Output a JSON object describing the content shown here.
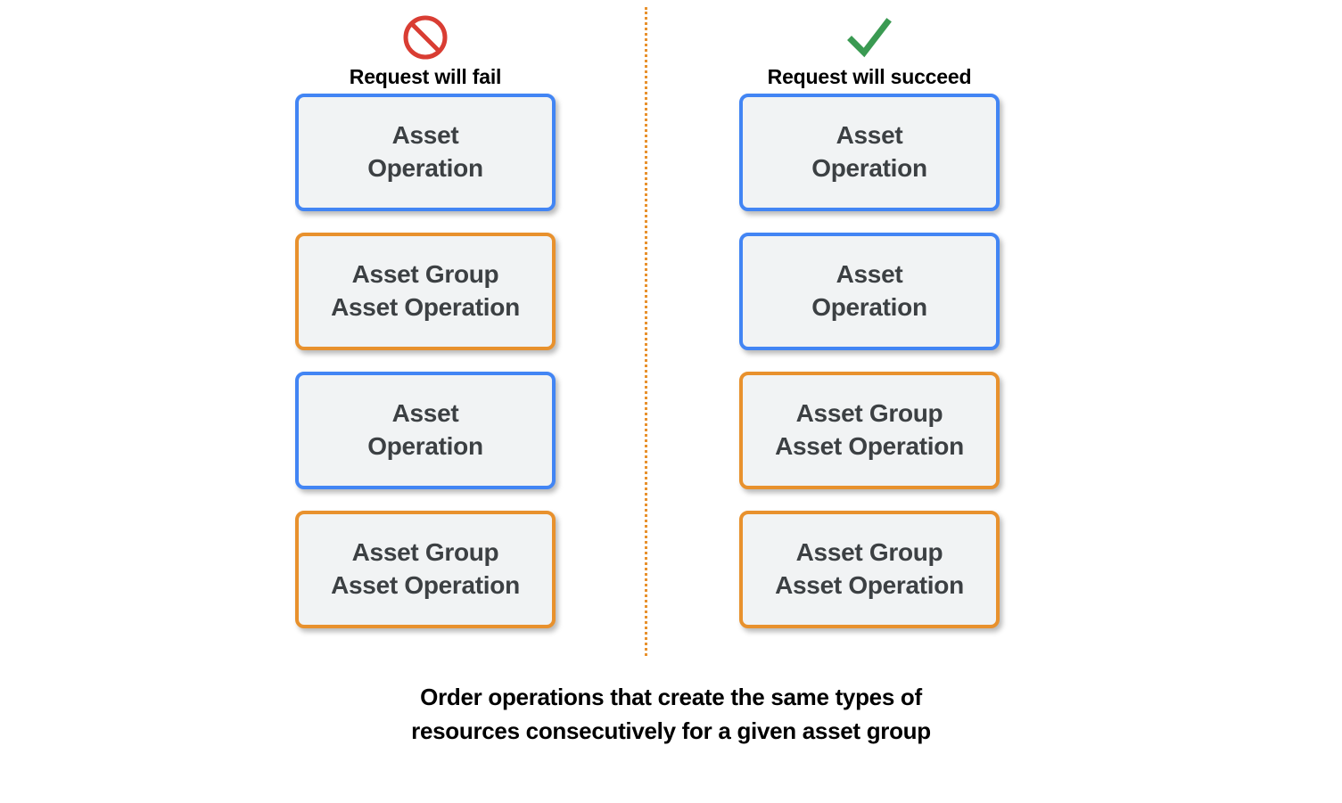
{
  "columns": [
    {
      "id": "fail",
      "icon": "prohibited-icon",
      "icon_color": "#D93D33",
      "header_label": "Request will fail",
      "boxes": [
        {
          "type": "asset",
          "label": "Asset\nOperation",
          "border_color": "#4285F4"
        },
        {
          "type": "asset-group",
          "label": "Asset Group\nAsset Operation",
          "border_color": "#E8912D"
        },
        {
          "type": "asset",
          "label": "Asset\nOperation",
          "border_color": "#4285F4"
        },
        {
          "type": "asset-group",
          "label": "Asset Group\nAsset Operation",
          "border_color": "#E8912D"
        }
      ]
    },
    {
      "id": "succeed",
      "icon": "checkmark-icon",
      "icon_color": "#3A9A52",
      "header_label": "Request will succeed",
      "boxes": [
        {
          "type": "asset",
          "label": "Asset\nOperation",
          "border_color": "#4285F4"
        },
        {
          "type": "asset",
          "label": "Asset\nOperation",
          "border_color": "#4285F4"
        },
        {
          "type": "asset-group",
          "label": "Asset Group\nAsset Operation",
          "border_color": "#E8912D"
        },
        {
          "type": "asset-group",
          "label": "Asset Group\nAsset Operation",
          "border_color": "#E8912D"
        }
      ]
    }
  ],
  "divider": {
    "name": "vertical-dotted-divider",
    "color": "#E8912D",
    "style": "dotted"
  },
  "caption": "Order operations that create the same types of\nresources consecutively for a given asset group",
  "colors": {
    "background": "#FFFFFF",
    "box_fill": "#F1F3F4",
    "box_text": "#3C4043",
    "asset_border": "#4285F4",
    "asset_group_border": "#E8912D",
    "fail_icon": "#D93D33",
    "succeed_icon": "#3A9A52"
  }
}
